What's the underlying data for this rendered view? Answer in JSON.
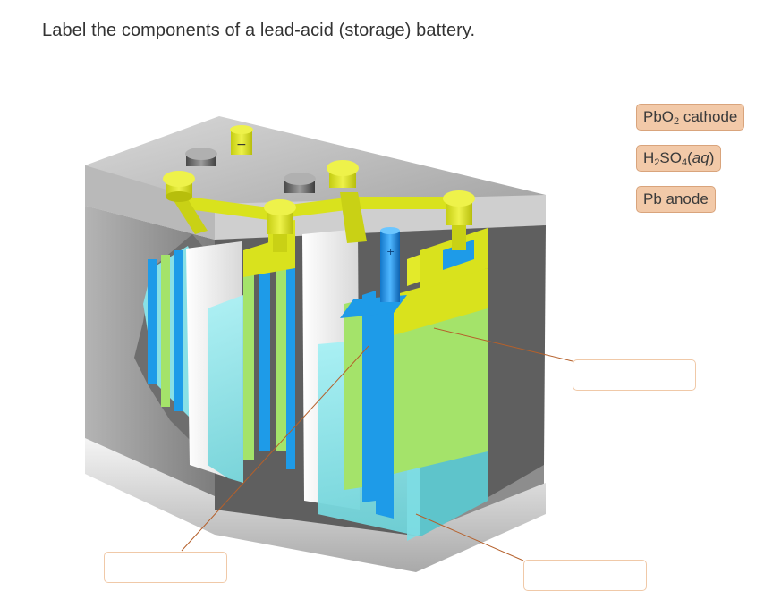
{
  "question": {
    "title": "Label the components of a lead-acid (storage) battery."
  },
  "labels": [
    {
      "id": "pbo2-cathode",
      "base": "PbO",
      "sub": "2",
      "rest": " cathode"
    },
    {
      "id": "h2so4-aq",
      "base": "H",
      "sub1": "2",
      "mid": "SO",
      "sub2": "4",
      "open": "(",
      "ital": "aq",
      "close": ")"
    },
    {
      "id": "pb-anode",
      "text": "Pb anode"
    }
  ],
  "terminal_marks": {
    "negative": "−",
    "positive": "+"
  },
  "drop_targets": [
    {
      "id": "upper-right",
      "value": ""
    },
    {
      "id": "lower-left",
      "value": ""
    },
    {
      "id": "lower-right",
      "value": ""
    }
  ],
  "colors": {
    "chip_fill": "#f2c9a8",
    "chip_border": "#d9a47c",
    "dropbox_border": "#f0c9a8",
    "leader_line": "#b5602b",
    "plate_yellow": "#d9e21d",
    "plate_blue": "#1e9be8",
    "plate_green": "#a4e36a",
    "electrolyte": "#8fe8ee",
    "case_gray": "#9a9a9a"
  }
}
